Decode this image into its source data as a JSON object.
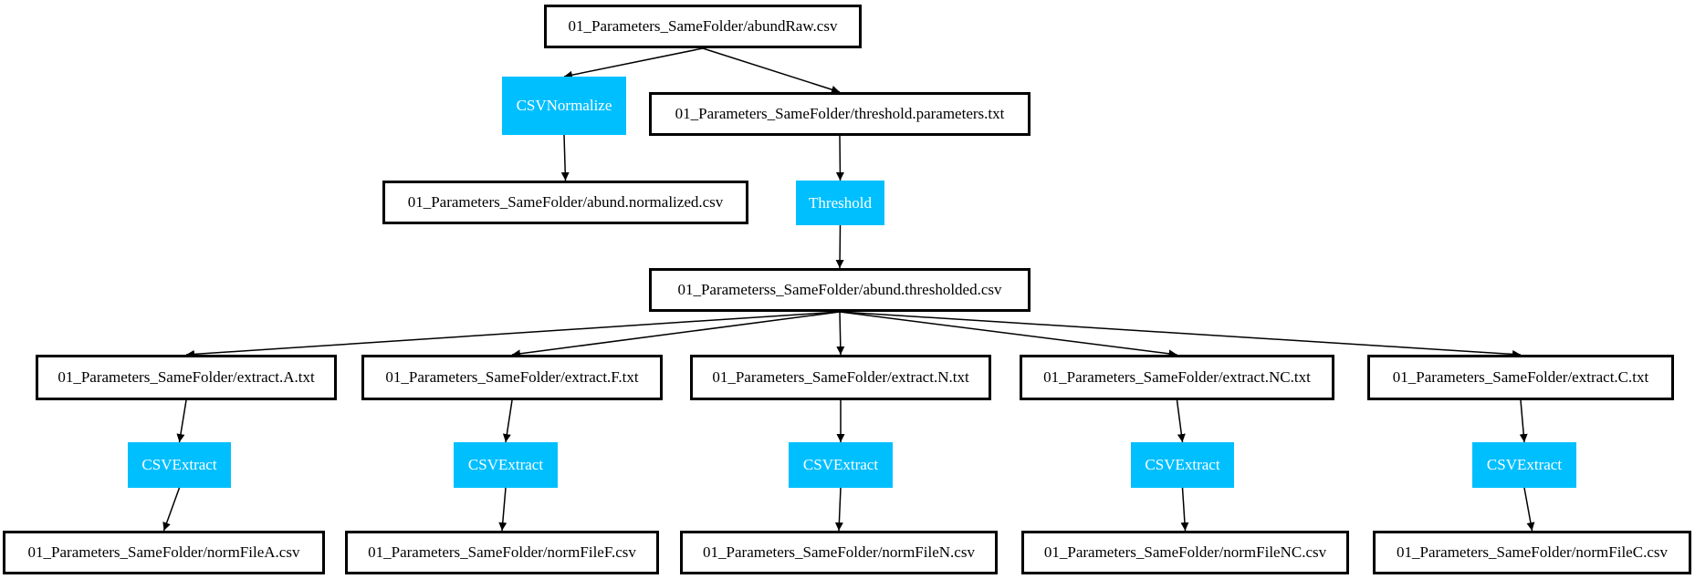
{
  "colors": {
    "process_fill": "#00BFFF",
    "process_text": "#ffffff",
    "file_border": "#000000",
    "edge": "#000000"
  },
  "nodes": {
    "abund_raw": "01_Parameters_SameFolder/abundRaw.csv",
    "csv_normalize": "CSVNormalize",
    "threshold_params": "01_Parameters_SameFolder/threshold.parameters.txt",
    "abund_normalized": "01_Parameters_SameFolder/abund.normalized.csv",
    "threshold": "Threshold",
    "abund_thresholded": "01_Parameterss_SameFolder/abund.thresholded.csv",
    "extract_a": "01_Parameters_SameFolder/extract.A.txt",
    "extract_f": "01_Parameters_SameFolder/extract.F.txt",
    "extract_n": "01_Parameters_SameFolder/extract.N.txt",
    "extract_nc": "01_Parameters_SameFolder/extract.NC.txt",
    "extract_c": "01_Parameters_SameFolder/extract.C.txt",
    "csv_extract_a": "CSVExtract",
    "csv_extract_f": "CSVExtract",
    "csv_extract_n": "CSVExtract",
    "csv_extract_nc": "CSVExtract",
    "csv_extract_c": "CSVExtract",
    "norm_a": "01_Parameters_SameFolder/normFileA.csv",
    "norm_f": "01_Parameters_SameFolder/normFileF.csv",
    "norm_n": "01_Parameters_SameFolder/normFileN.csv",
    "norm_nc": "01_Parameters_SameFolder/normFileNC.csv",
    "norm_c": "01_Parameters_SameFolder/normFileC.csv"
  },
  "edges": [
    [
      "abund_raw",
      "csv_normalize"
    ],
    [
      "abund_raw",
      "threshold_params"
    ],
    [
      "csv_normalize",
      "abund_normalized"
    ],
    [
      "threshold_params",
      "threshold"
    ],
    [
      "threshold",
      "abund_thresholded"
    ],
    [
      "abund_thresholded",
      "extract_a"
    ],
    [
      "abund_thresholded",
      "extract_f"
    ],
    [
      "abund_thresholded",
      "extract_n"
    ],
    [
      "abund_thresholded",
      "extract_nc"
    ],
    [
      "abund_thresholded",
      "extract_c"
    ],
    [
      "extract_a",
      "csv_extract_a"
    ],
    [
      "extract_f",
      "csv_extract_f"
    ],
    [
      "extract_n",
      "csv_extract_n"
    ],
    [
      "extract_nc",
      "csv_extract_nc"
    ],
    [
      "extract_c",
      "csv_extract_c"
    ],
    [
      "csv_extract_a",
      "norm_a"
    ],
    [
      "csv_extract_f",
      "norm_f"
    ],
    [
      "csv_extract_n",
      "norm_n"
    ],
    [
      "csv_extract_nc",
      "norm_nc"
    ],
    [
      "csv_extract_c",
      "norm_c"
    ]
  ]
}
